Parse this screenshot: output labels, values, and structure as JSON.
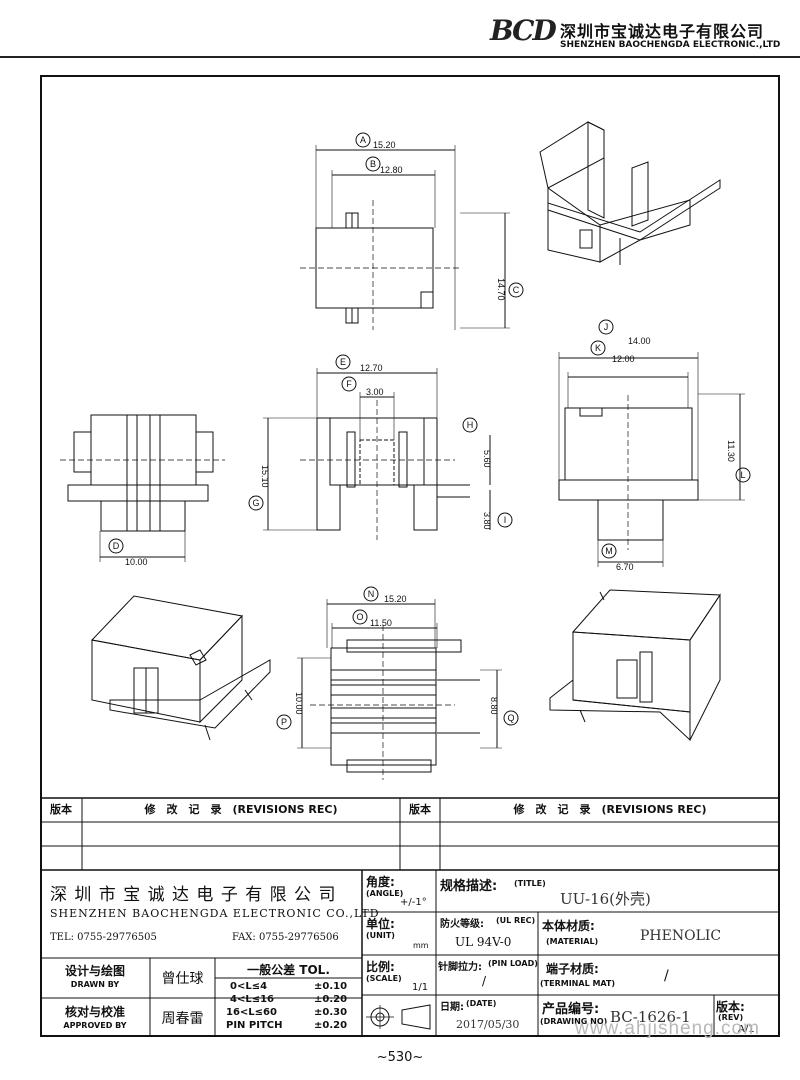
{
  "header": {
    "logo": "BCD",
    "company_cn": "深圳市宝诚达电子有限公司",
    "company_en": "SHENZHEN BAOCHENGDA ELECTRONIC.,LTD"
  },
  "views": {
    "top": {
      "dims": [
        "15.20",
        "12.80",
        "14.70"
      ],
      "labels": [
        "A",
        "B",
        "C"
      ]
    },
    "front": {
      "dims": [
        "12.70",
        "3.00",
        "15.10",
        "5.60",
        "3.80"
      ],
      "labels": [
        "E",
        "F",
        "G",
        "H",
        "I"
      ]
    },
    "side_left": {
      "dims": [
        "10.00"
      ],
      "labels": [
        "D"
      ]
    },
    "side_right": {
      "dims": [
        "14.00",
        "12.00",
        "11.30",
        "6.70"
      ],
      "labels": [
        "J",
        "K",
        "L",
        "M"
      ]
    },
    "bottom": {
      "dims": [
        "15.20",
        "11.50",
        "10.00",
        "8.80"
      ],
      "labels": [
        "N",
        "O",
        "P",
        "Q"
      ]
    }
  },
  "revisions": {
    "col1_label": "版本",
    "col2_label": "修　改　记　录　(REVISIONS REC)",
    "col3_label": "版本",
    "col4_label": "修　改　记　录　(REVISIONS REC)"
  },
  "titleblock": {
    "company_cn": "深 圳 市 宝 诚 达 电 子 有 限 公 司",
    "company_en": "SHENZHEN BAOCHENGDA ELECTRONIC CO.,LTD",
    "tel": "TEL: 0755-29776505",
    "fax": "FAX: 0755-29776506",
    "angle_label_cn": "角度:",
    "angle_label_en": "(ANGLE)",
    "angle_value": "+/-1°",
    "unit_label_cn": "单位:",
    "unit_label_en": "(UNIT)",
    "unit_value": "mm",
    "scale_label_cn": "比例:",
    "scale_label_en": "(SCALE)",
    "scale_value": "1/1",
    "title_label_cn": "规格描述:",
    "title_label_en": "(TITLE)",
    "title_value": "UU-16(外壳)",
    "fire_label_cn": "防火等级:",
    "fire_label_en": "(UL REC)",
    "fire_value": "UL 94V-0",
    "material_label_cn": "本体材质:",
    "material_label_en": "(MATERIAL)",
    "material_value": "PHENOLIC",
    "pinload_label_cn": "针脚拉力:",
    "pinload_label_en": "(PIN LOAD)",
    "pinload_value": "/",
    "terminal_label_cn": "端子材质:",
    "terminal_label_en": "(TERMINAL MAT)",
    "terminal_value": "/",
    "date_label_cn": "日期:",
    "date_label_en": "(DATE)",
    "date_value": "2017/05/30",
    "drawing_label_cn": "产品编号:",
    "drawing_label_en": "(DRAWING NO)",
    "drawing_value": "BC-1626-1",
    "rev_label_cn": "版本:",
    "rev_label_en": "(REV)",
    "rev_value": "A/1",
    "drawn_label_cn": "设计与绘图",
    "drawn_label_en": "DRAWN BY",
    "drawn_value": "曾仕球",
    "approved_label_cn": "核对与校准",
    "approved_label_en": "APPROVED BY",
    "approved_value": "周春雷",
    "tol_title": "一般公差  TOL.",
    "tol_rows": [
      {
        "range": "0<L≤4",
        "value": "±0.10"
      },
      {
        "range": "4<L≤16",
        "value": "±0.20"
      },
      {
        "range": "16<L≤60",
        "value": "±0.30"
      },
      {
        "range": "PIN PITCH",
        "value": "±0.20"
      }
    ]
  },
  "watermark": "www.ahjisheng.com",
  "page_number": "~530~"
}
